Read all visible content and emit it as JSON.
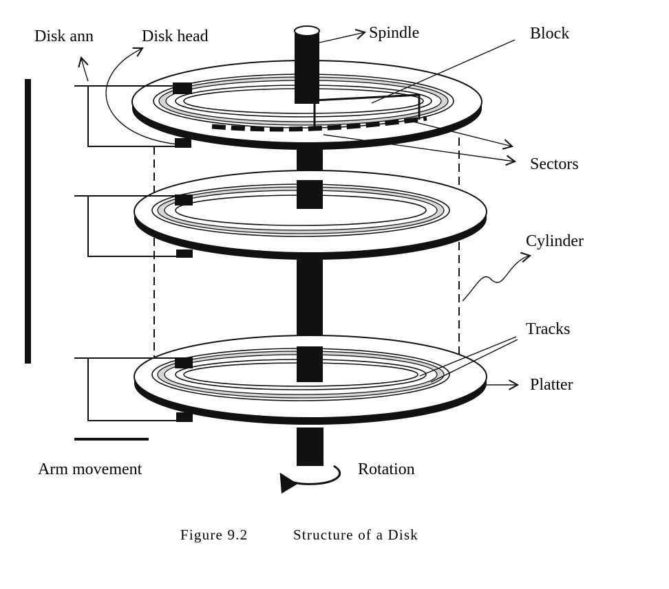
{
  "labels": {
    "disk_arm": "Disk ann",
    "disk_head": "Disk head",
    "spindle": "Spindle",
    "block": "Block",
    "sectors": "Sectors",
    "cylinder": "Cylinder",
    "tracks": "Tracks",
    "platter": "Platter",
    "arm_movement": "Arm movement",
    "rotation": "Rotation"
  },
  "caption": {
    "figure_number": "Figure 9.2",
    "title": "Structure of a Disk"
  },
  "colors": {
    "ink": "#111111",
    "paper": "#ffffff",
    "track_fill": "#d6d6d6"
  }
}
